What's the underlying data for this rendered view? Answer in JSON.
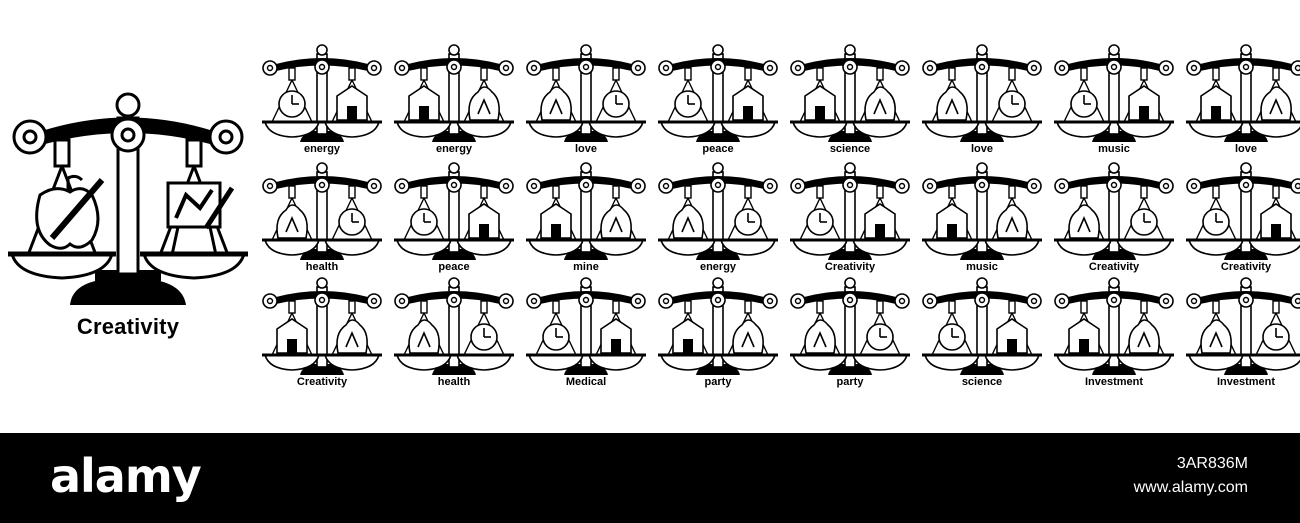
{
  "hero": {
    "label": "Creativity",
    "left_icon": "apple-pencil-icon",
    "right_icon": "easel-icon"
  },
  "icons": [
    {
      "label": "energy",
      "left": "fire-icon",
      "right": "train-icon"
    },
    {
      "label": "energy",
      "left": "factory-house-icon",
      "right": "flame-icon"
    },
    {
      "label": "love",
      "left": "clock-icon",
      "right": "jar-icon"
    },
    {
      "label": "peace",
      "left": "flower-icon",
      "right": "peace-sign-icon"
    },
    {
      "label": "science",
      "left": "brain-icon",
      "right": "explosion-icon"
    },
    {
      "label": "love",
      "left": "gift-heart-icon",
      "right": "dove-icon"
    },
    {
      "label": "music",
      "left": "lightbulb-icon",
      "right": "piano-icon"
    },
    {
      "label": "love",
      "left": "coin-icon",
      "right": "card-icon"
    },
    {
      "label": "health",
      "left": "clock-icon",
      "right": "muscle-man-icon"
    },
    {
      "label": "peace",
      "left": "globe-icon",
      "right": "bandage-icon"
    },
    {
      "label": "mine",
      "left": "pickaxe-icon",
      "right": "chart-drop-icon"
    },
    {
      "label": "energy",
      "left": "factory-house-icon",
      "right": "mountain-icon"
    },
    {
      "label": "Creativity",
      "left": "lightbulb-icon",
      "right": "mask-icon"
    },
    {
      "label": "music",
      "left": "clock-icon",
      "right": "guitar-icon"
    },
    {
      "label": "Creativity",
      "left": "brain-icon",
      "right": "ufo-icon"
    },
    {
      "label": "Creativity",
      "left": "brain-icon",
      "right": "drums-icon"
    },
    {
      "label": "Creativity",
      "left": "apple-pencil-icon",
      "right": "easel-icon"
    },
    {
      "label": "health",
      "left": "graduation-cap-icon",
      "right": "muscle-man-icon"
    },
    {
      "label": "Medical",
      "left": "clock-icon",
      "right": "helicopter-icon"
    },
    {
      "label": "party",
      "left": "documents-icon",
      "right": "mask-icon"
    },
    {
      "label": "party",
      "left": "cake-icon",
      "right": "gift-icon"
    },
    {
      "label": "science",
      "left": "clock-icon",
      "right": "explosion-icon"
    },
    {
      "label": "Investment",
      "left": "coin-icon",
      "right": "padlock-icon"
    },
    {
      "label": "Investment",
      "left": "coin-icon",
      "right": "padlock-open-icon"
    }
  ],
  "footer": {
    "logo": "alamy",
    "image_id": "3AR836M",
    "url": "www.alamy.com"
  }
}
